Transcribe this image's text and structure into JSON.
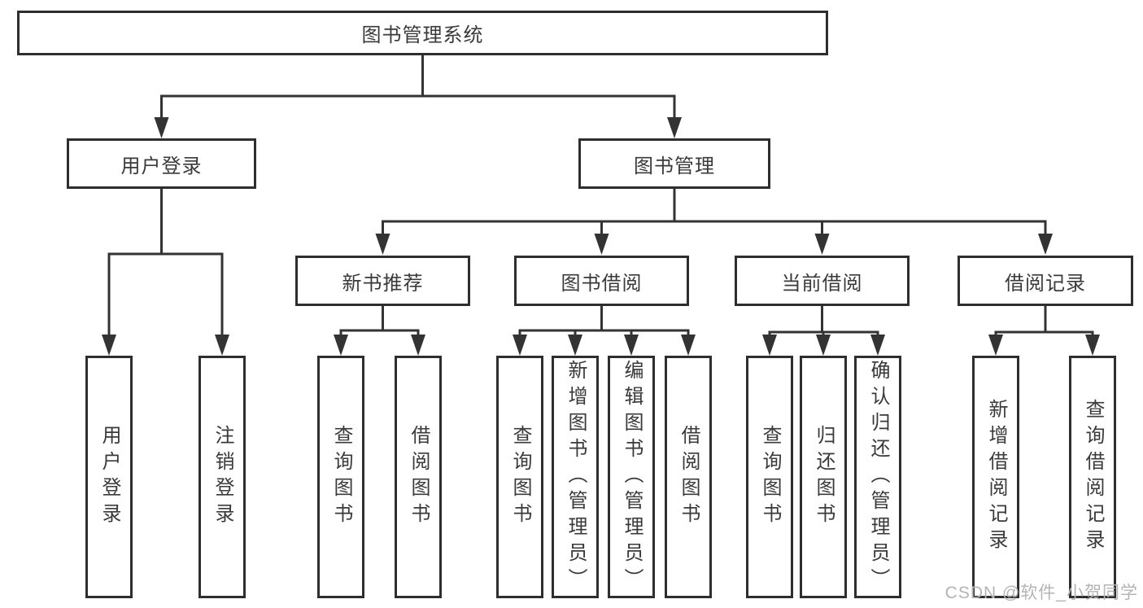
{
  "diagram_title": "图书管理系统",
  "tree": {
    "root": {
      "label": "图书管理系统"
    },
    "children": [
      {
        "label": "用户登录",
        "children": [
          {
            "label": "用户登录"
          },
          {
            "label": "注销登录"
          }
        ]
      },
      {
        "label": "图书管理",
        "children": [
          {
            "label": "新书推荐",
            "children": [
              {
                "label": "查询图书"
              },
              {
                "label": "借阅图书"
              }
            ]
          },
          {
            "label": "图书借阅",
            "children": [
              {
                "label": "查询图书"
              },
              {
                "label": "新增图书（管理员）"
              },
              {
                "label": "编辑图书（管理员）"
              },
              {
                "label": "借阅图书"
              }
            ]
          },
          {
            "label": "当前借阅",
            "children": [
              {
                "label": "查询图书"
              },
              {
                "label": "归还图书"
              },
              {
                "label": "确认归还（管理员）"
              }
            ]
          },
          {
            "label": "借阅记录",
            "children": [
              {
                "label": "新增借阅记录"
              },
              {
                "label": "查询借阅记录"
              }
            ]
          }
        ]
      }
    ]
  },
  "watermark": {
    "text": "CSDN @软件_小贺同学",
    "color": "#b4b4b4"
  },
  "colors": {
    "background": "#ffffff",
    "box_border": "#2e2e2e",
    "box_fill": "#ffffff",
    "text": "#3a3a3a",
    "connector": "#333333"
  }
}
